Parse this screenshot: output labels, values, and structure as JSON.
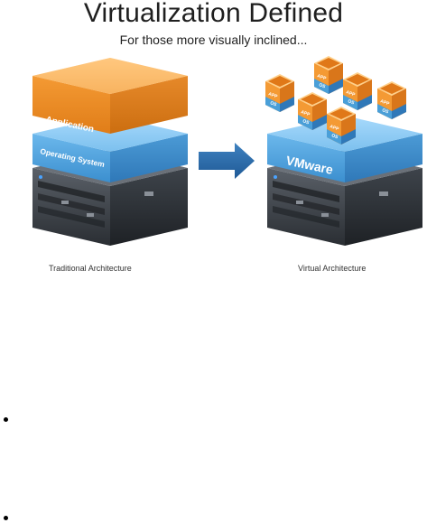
{
  "header": {
    "title": "Virtualization Defined",
    "subtitle": "For those more visually inclined..."
  },
  "diagram": {
    "traditional": {
      "layers": [
        "Application",
        "Operating System"
      ],
      "caption": "Traditional Architecture"
    },
    "virtual": {
      "platform": "VMware",
      "vm_labels": {
        "app": "APP",
        "os": "OS"
      },
      "vm_count": 6,
      "caption": "Virtual Architecture"
    }
  },
  "list": {
    "bullet_count": 2
  },
  "colors": {
    "application_orange": "#f08a24",
    "os_blue": "#4a9fd8",
    "server_gray": "#444a52",
    "arrow_blue": "#2d6ca8"
  }
}
